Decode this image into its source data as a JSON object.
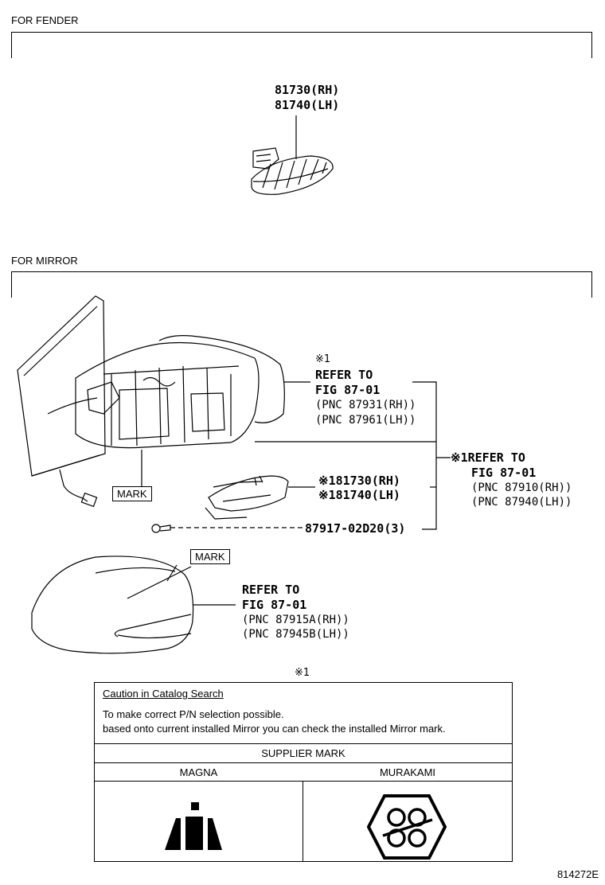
{
  "sections": {
    "fender": "FOR FENDER",
    "mirror": "FOR MIRROR"
  },
  "fender_parts": {
    "line1": "81730(RH)",
    "line2": "81740(LH)"
  },
  "refer_top": {
    "note": "※1",
    "line1": "REFER TO",
    "line2": "FIG 87-01",
    "line3": "(PNC 87931(RH))",
    "line4": "(PNC 87961(LH))"
  },
  "refer_right": {
    "line1": "※1REFER TO",
    "line2": "FIG 87-01",
    "line3": "(PNC 87910(RH))",
    "line4": "(PNC 87940(LH))"
  },
  "mirror_parts": {
    "line1": "※181730(RH)",
    "line2": "※181740(LH)",
    "screw": "87917-02D20(3)"
  },
  "refer_bottom": {
    "line1": "REFER TO",
    "line2": "FIG 87-01",
    "line3": "(PNC 87915A(RH))",
    "line4": "(PNC 87945B(LH))"
  },
  "mark_labels": {
    "mark1": "MARK",
    "mark2": "MARK"
  },
  "caution": {
    "note": "※1",
    "title": "Caution in Catalog Search",
    "line1": "To make correct P/N selection possible.",
    "line2": "based onto current installed Mirror you can check the installed Mirror mark.",
    "supplier_header": "SUPPLIER MARK",
    "col1": "MAGNA",
    "col2": "MURAKAMI"
  },
  "footer": "814272E"
}
